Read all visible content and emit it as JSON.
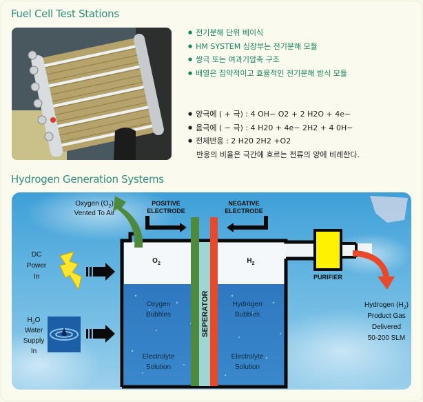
{
  "sections": {
    "fuel_cell": {
      "title": "Fuel Cell Test Stations",
      "photo_alt": "fuel cell stack photo",
      "features": [
        "전기분해 단위 베이식",
        "HM SYSTEM 심장부는 전기분해 모듈",
        "쌍극 또는 여과기압축 구조",
        "배열은 집약적이고 효율적인 전기분해 방식 모듈"
      ],
      "reactions": [
        "양극에 ( + 극) : 4 OH−    O2 + 2 H2O + 4e−",
        "음극에 ( − 극) : 4 H20 + 4e−    2H2 + 4 0H−",
        "전체반응          : 2 H20    2H2 +O2"
      ],
      "note": "반응의 비율은 극간에 흐르는 전류의 양에 비례한다."
    },
    "hydrogen": {
      "title": "Hydrogen Generation Systems"
    }
  },
  "diagram": {
    "oxygen_vent": {
      "line1": "Oxygen (O",
      "sub": "2",
      "line1_end": ")",
      "line2": "Vented To Air"
    },
    "positive_electrode": [
      "POSITIVE",
      "ELECTRODE"
    ],
    "negative_electrode": [
      "NEGATIVE",
      "ELECTRODE"
    ],
    "dc_power": [
      "DC",
      "Power",
      "In"
    ],
    "water_supply": {
      "h": "H",
      "sub": "2",
      "o": "O",
      "lines": [
        "Water",
        "Supply",
        "In"
      ]
    },
    "o2_label": {
      "main": "O",
      "sub": "2"
    },
    "h2_label": {
      "main": "H",
      "sub": "2"
    },
    "separator": "SEPERATOR",
    "oxygen_bubbles": [
      "Oxygen",
      "Bubbles"
    ],
    "hydrogen_bubbles": [
      "Hydrogen",
      "Bubbles"
    ],
    "electrolyte_left": [
      "Electrolyte",
      "Solution"
    ],
    "electrolyte_right": [
      "Electrolyte",
      "Solution"
    ],
    "purifier": "PURIFIER",
    "hydrogen_output": {
      "line1": "Hydrogen (H",
      "sub": "2",
      "line1_end": ")",
      "lines": [
        "Product Gas",
        "Delivered",
        "50-200 SLM"
      ]
    },
    "colors": {
      "positive": "#4e8a3e",
      "negative": "#e8492a",
      "separator": "#9dd6d4",
      "electrolyte": "#2f76bd",
      "purifier": "#fff200",
      "title": "#2e8f7c",
      "feature_text": "#16845c"
    }
  }
}
